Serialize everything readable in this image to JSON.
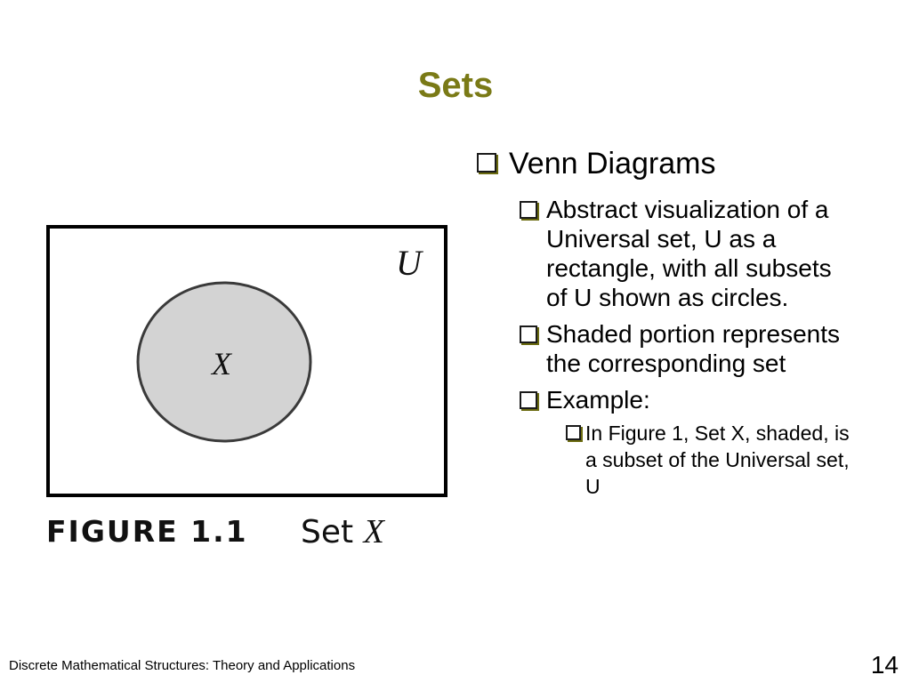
{
  "slide": {
    "title": "Sets"
  },
  "figure": {
    "universe_label": "U",
    "set_label": "X",
    "caption_label": "FIGURE 1.1",
    "caption_text": "Set",
    "caption_var": "X",
    "shaded_color": "#d3d3d3"
  },
  "bullets": {
    "main": "Venn Diagrams",
    "abstract": "Abstract visualization of a Universal set, U as a rectangle, with all subsets of U shown as circles.",
    "shaded": "Shaded portion represents the corresponding set",
    "example": "Example:",
    "example_detail": "In Figure 1, Set X, shaded, is a subset of the Universal set, U"
  },
  "footer": {
    "course": "Discrete Mathematical Structures: Theory and Applications",
    "page": "14"
  },
  "colors": {
    "title": "#7a7a16",
    "bullet_shadow": "#6b6b10"
  }
}
